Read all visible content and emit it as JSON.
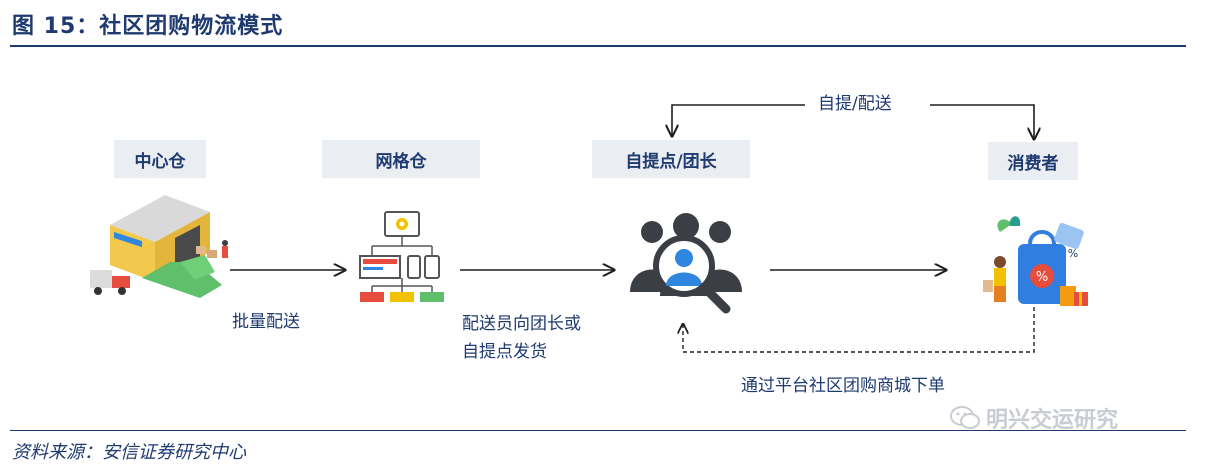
{
  "figure_title": "图 15：社区团购物流模式",
  "source": "资料来源：安信证券研究中心",
  "nodes": {
    "central": "中心仓",
    "grid": "网格仓",
    "pickup": "自提点/团长",
    "consumer": "消费者"
  },
  "edges": {
    "batch": "批量配送",
    "courier_line1": "配送员向团长或",
    "courier_line2": "自提点发货",
    "pickup_delivery": "自提/配送",
    "order": "通过平台社区团购商城下单"
  },
  "watermark": "明兴交运研究",
  "colors": {
    "navy": "#1f3a70",
    "label_bg": "#eaedf1",
    "warehouse_yellow": "#f2c94c",
    "map_green": "#5fbf6a",
    "icon_red": "#e74c3c",
    "icon_blue": "#2e86de",
    "icon_yellow": "#f2c200",
    "user_dark": "#3b3f45",
    "bag_blue": "#2f7ee0"
  }
}
